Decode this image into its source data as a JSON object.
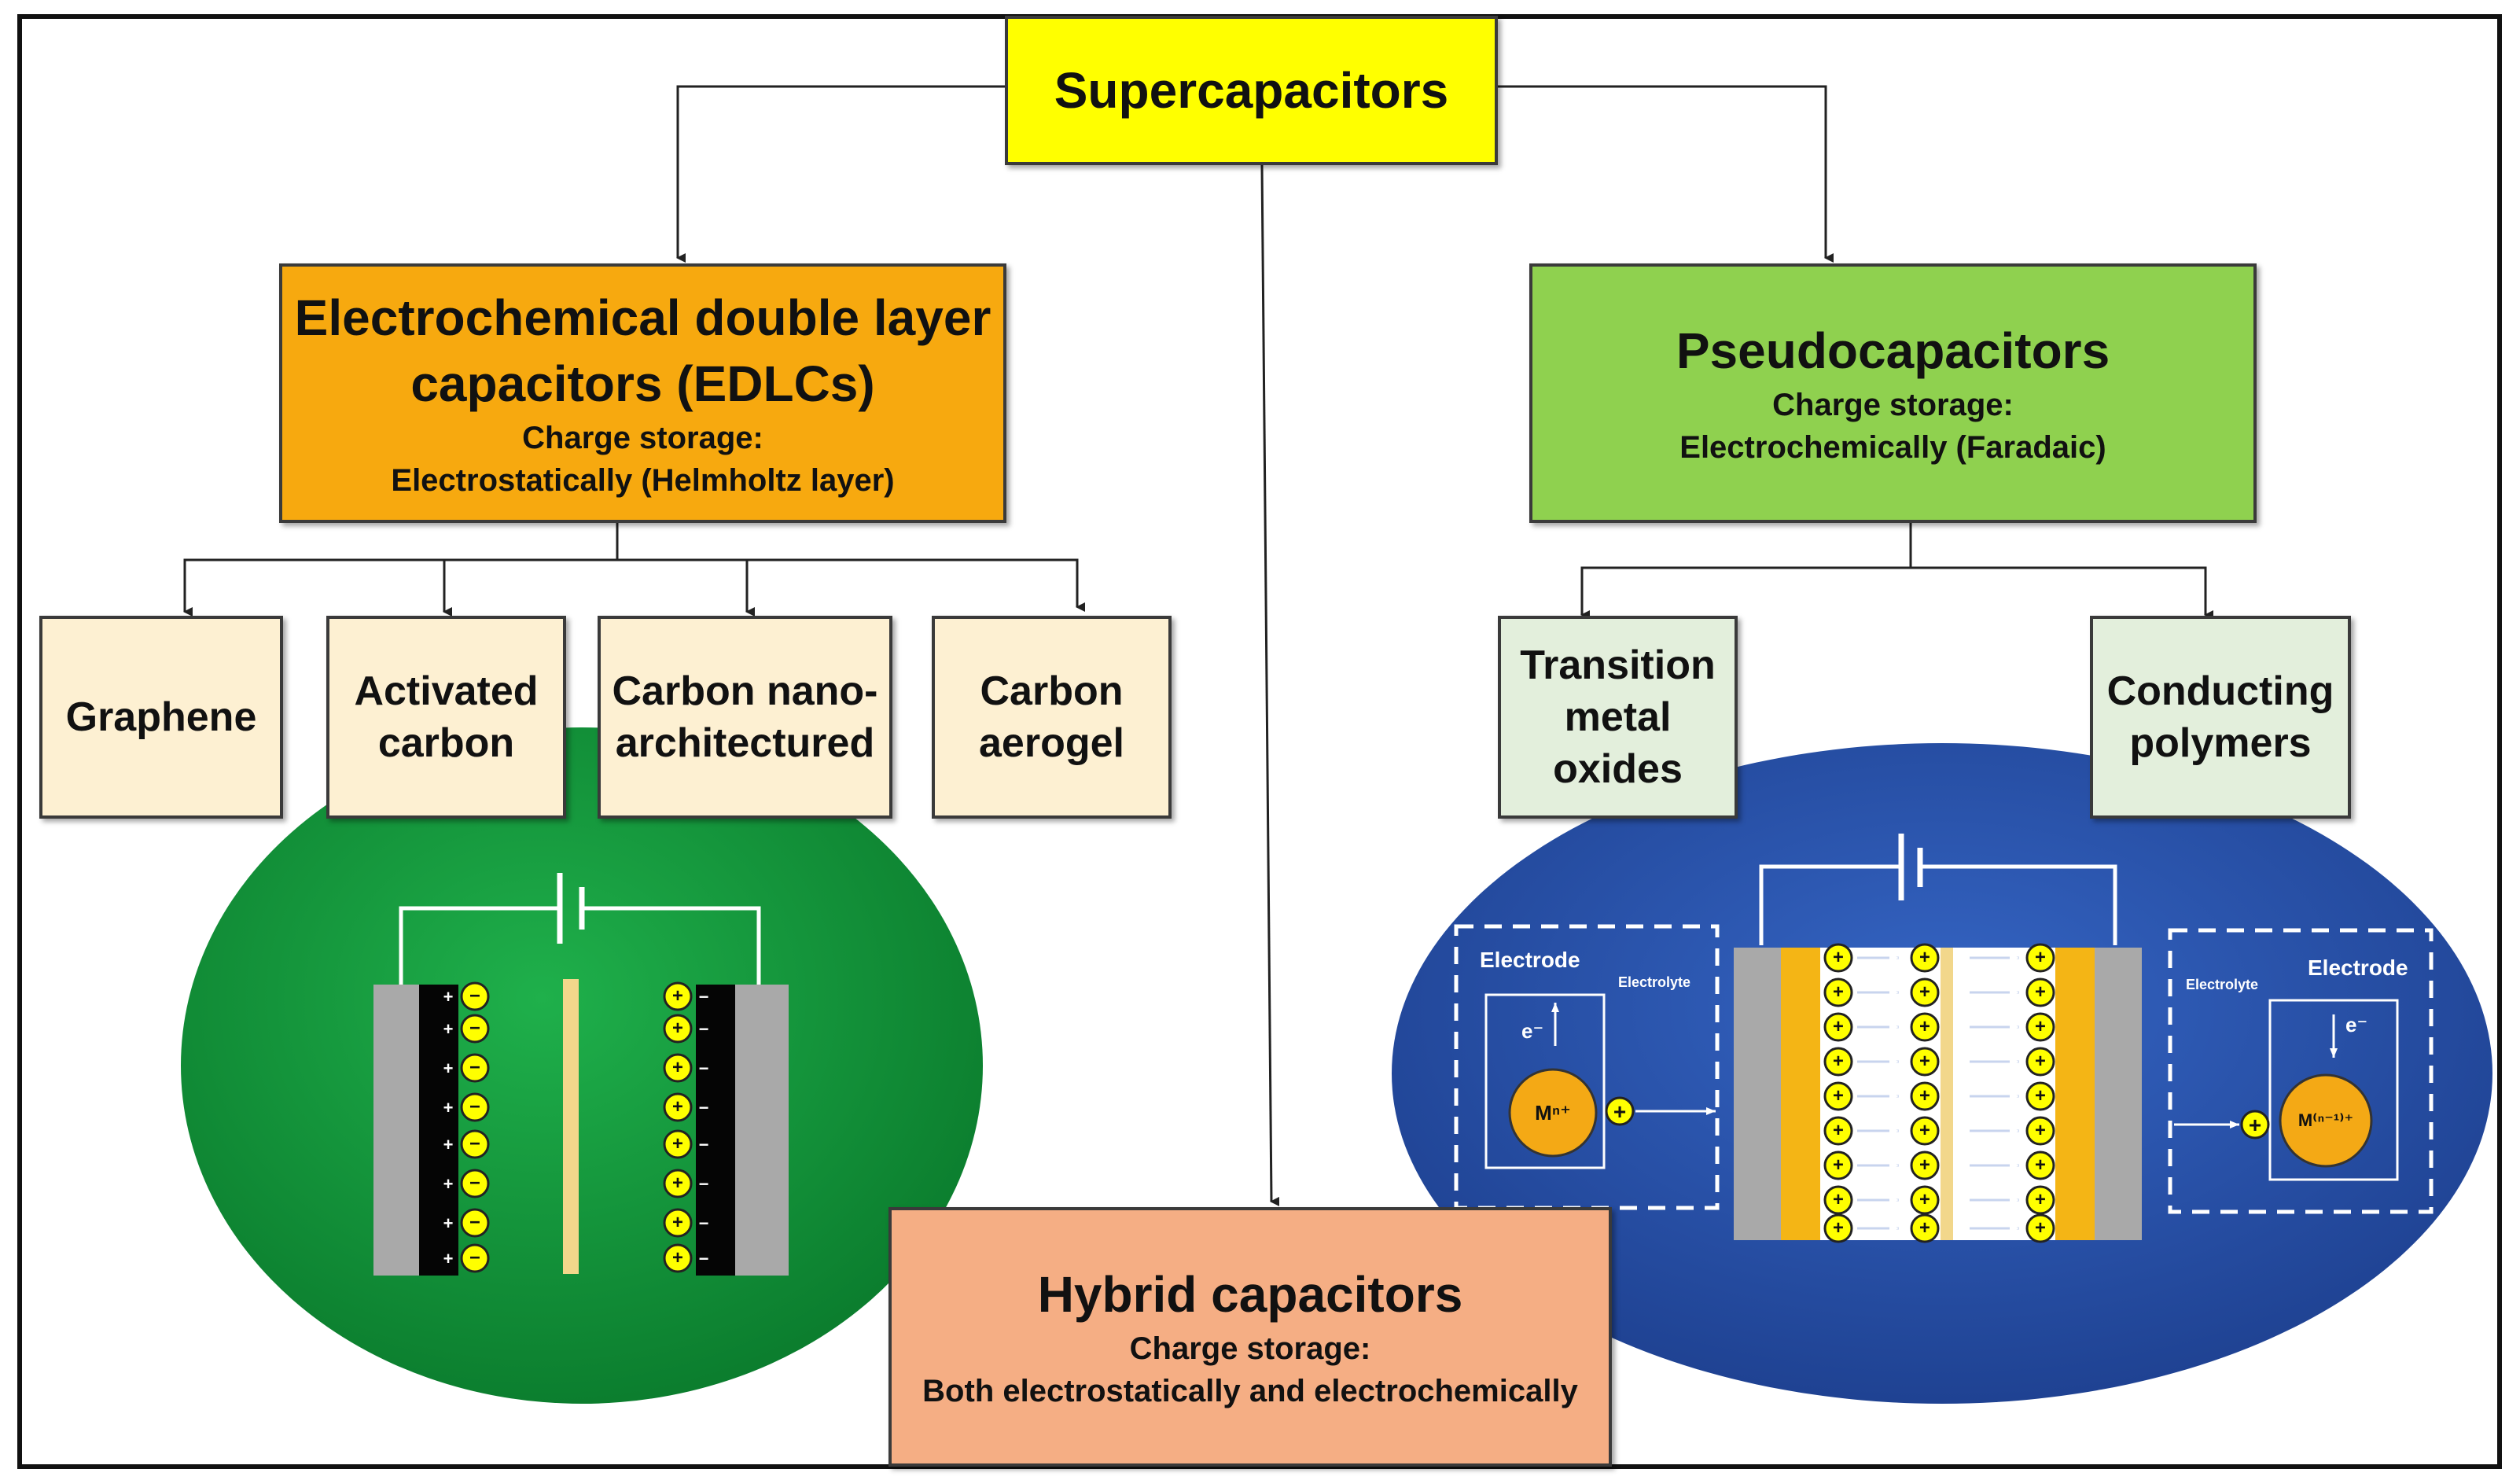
{
  "root": {
    "label": "Supercapacitors",
    "color": "#ffff00"
  },
  "edlc": {
    "title_line1": "Electrochemical double layer",
    "title_line2": "capacitors (EDLCs)",
    "storage_label": "Charge storage:",
    "storage_desc": "Electrostatically (Helmholtz layer)",
    "color": "#f7a90f",
    "materials": [
      {
        "line1": "Graphene",
        "line2": ""
      },
      {
        "line1": "Activated",
        "line2": "carbon"
      },
      {
        "line1": "Carbon nano-",
        "line2": "architectured"
      },
      {
        "line1": "Carbon",
        "line2": "aerogel"
      }
    ],
    "material_color": "#fdf0d2"
  },
  "pseudo": {
    "title": "Pseudocapacitors",
    "storage_label": "Charge storage:",
    "storage_desc": "Electrochemically (Faradaic)",
    "color": "#8fd14f",
    "materials": [
      {
        "lines": [
          "Transition",
          "metal",
          "oxides"
        ]
      },
      {
        "lines": [
          "Conducting",
          "polymers"
        ]
      }
    ],
    "material_color": "#e3efdc"
  },
  "hybrid": {
    "title": "Hybrid capacitors",
    "storage_label": "Charge storage:",
    "storage_desc": "Both electrostatically and electrochemically",
    "color": "#f5ae84"
  },
  "illustration_left": {
    "ellipse_color": "#0e9a3a",
    "ion_symbol": "−",
    "plus_symbol": "+"
  },
  "illustration_right": {
    "ellipse_color": "#2a58b8",
    "left_inset": {
      "electrode": "Electrode",
      "electrolyte": "Electrolyte",
      "electron": "e⁻",
      "metal": "Mⁿ⁺",
      "ion": "+"
    },
    "right_inset": {
      "electrode": "Electrode",
      "electrolyte": "Electrolyte",
      "electron": "e⁻",
      "metal": "M⁽ⁿ⁻¹⁾⁺",
      "ion": "+"
    },
    "ion_symbol": "+"
  }
}
